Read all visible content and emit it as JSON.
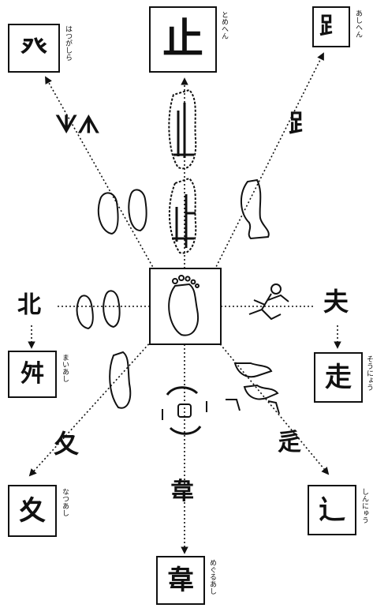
{
  "radicals": {
    "tomehen": {
      "char": "止",
      "reading": "とめへん"
    },
    "hatsugashira": {
      "char": "癶",
      "reading": "はつがしら"
    },
    "ashihen": {
      "char": "⻊",
      "reading": "あしへん"
    },
    "maiashi": {
      "char": "舛",
      "reading": "まいあし"
    },
    "soniyou": {
      "char": "走",
      "reading": "そうにょう"
    },
    "natsuashi": {
      "char": "夊",
      "reading": "なつあし"
    },
    "shinnyou": {
      "char": "辶",
      "reading": "しんにゅう"
    },
    "meguruashi": {
      "char": "韋",
      "reading": "めぐるあし"
    }
  },
  "ancient_glyphs": {
    "hatsu": "ᗐᗑ",
    "ashi": "⻊",
    "mai": "北",
    "sou": "夫",
    "natsu": "夂",
    "shin": "辵",
    "meguru": "韋"
  },
  "icons": [
    "single-foot-icon",
    "two-feet-icon",
    "running-man-icon",
    "leg-icon",
    "walking-feet-icon"
  ]
}
